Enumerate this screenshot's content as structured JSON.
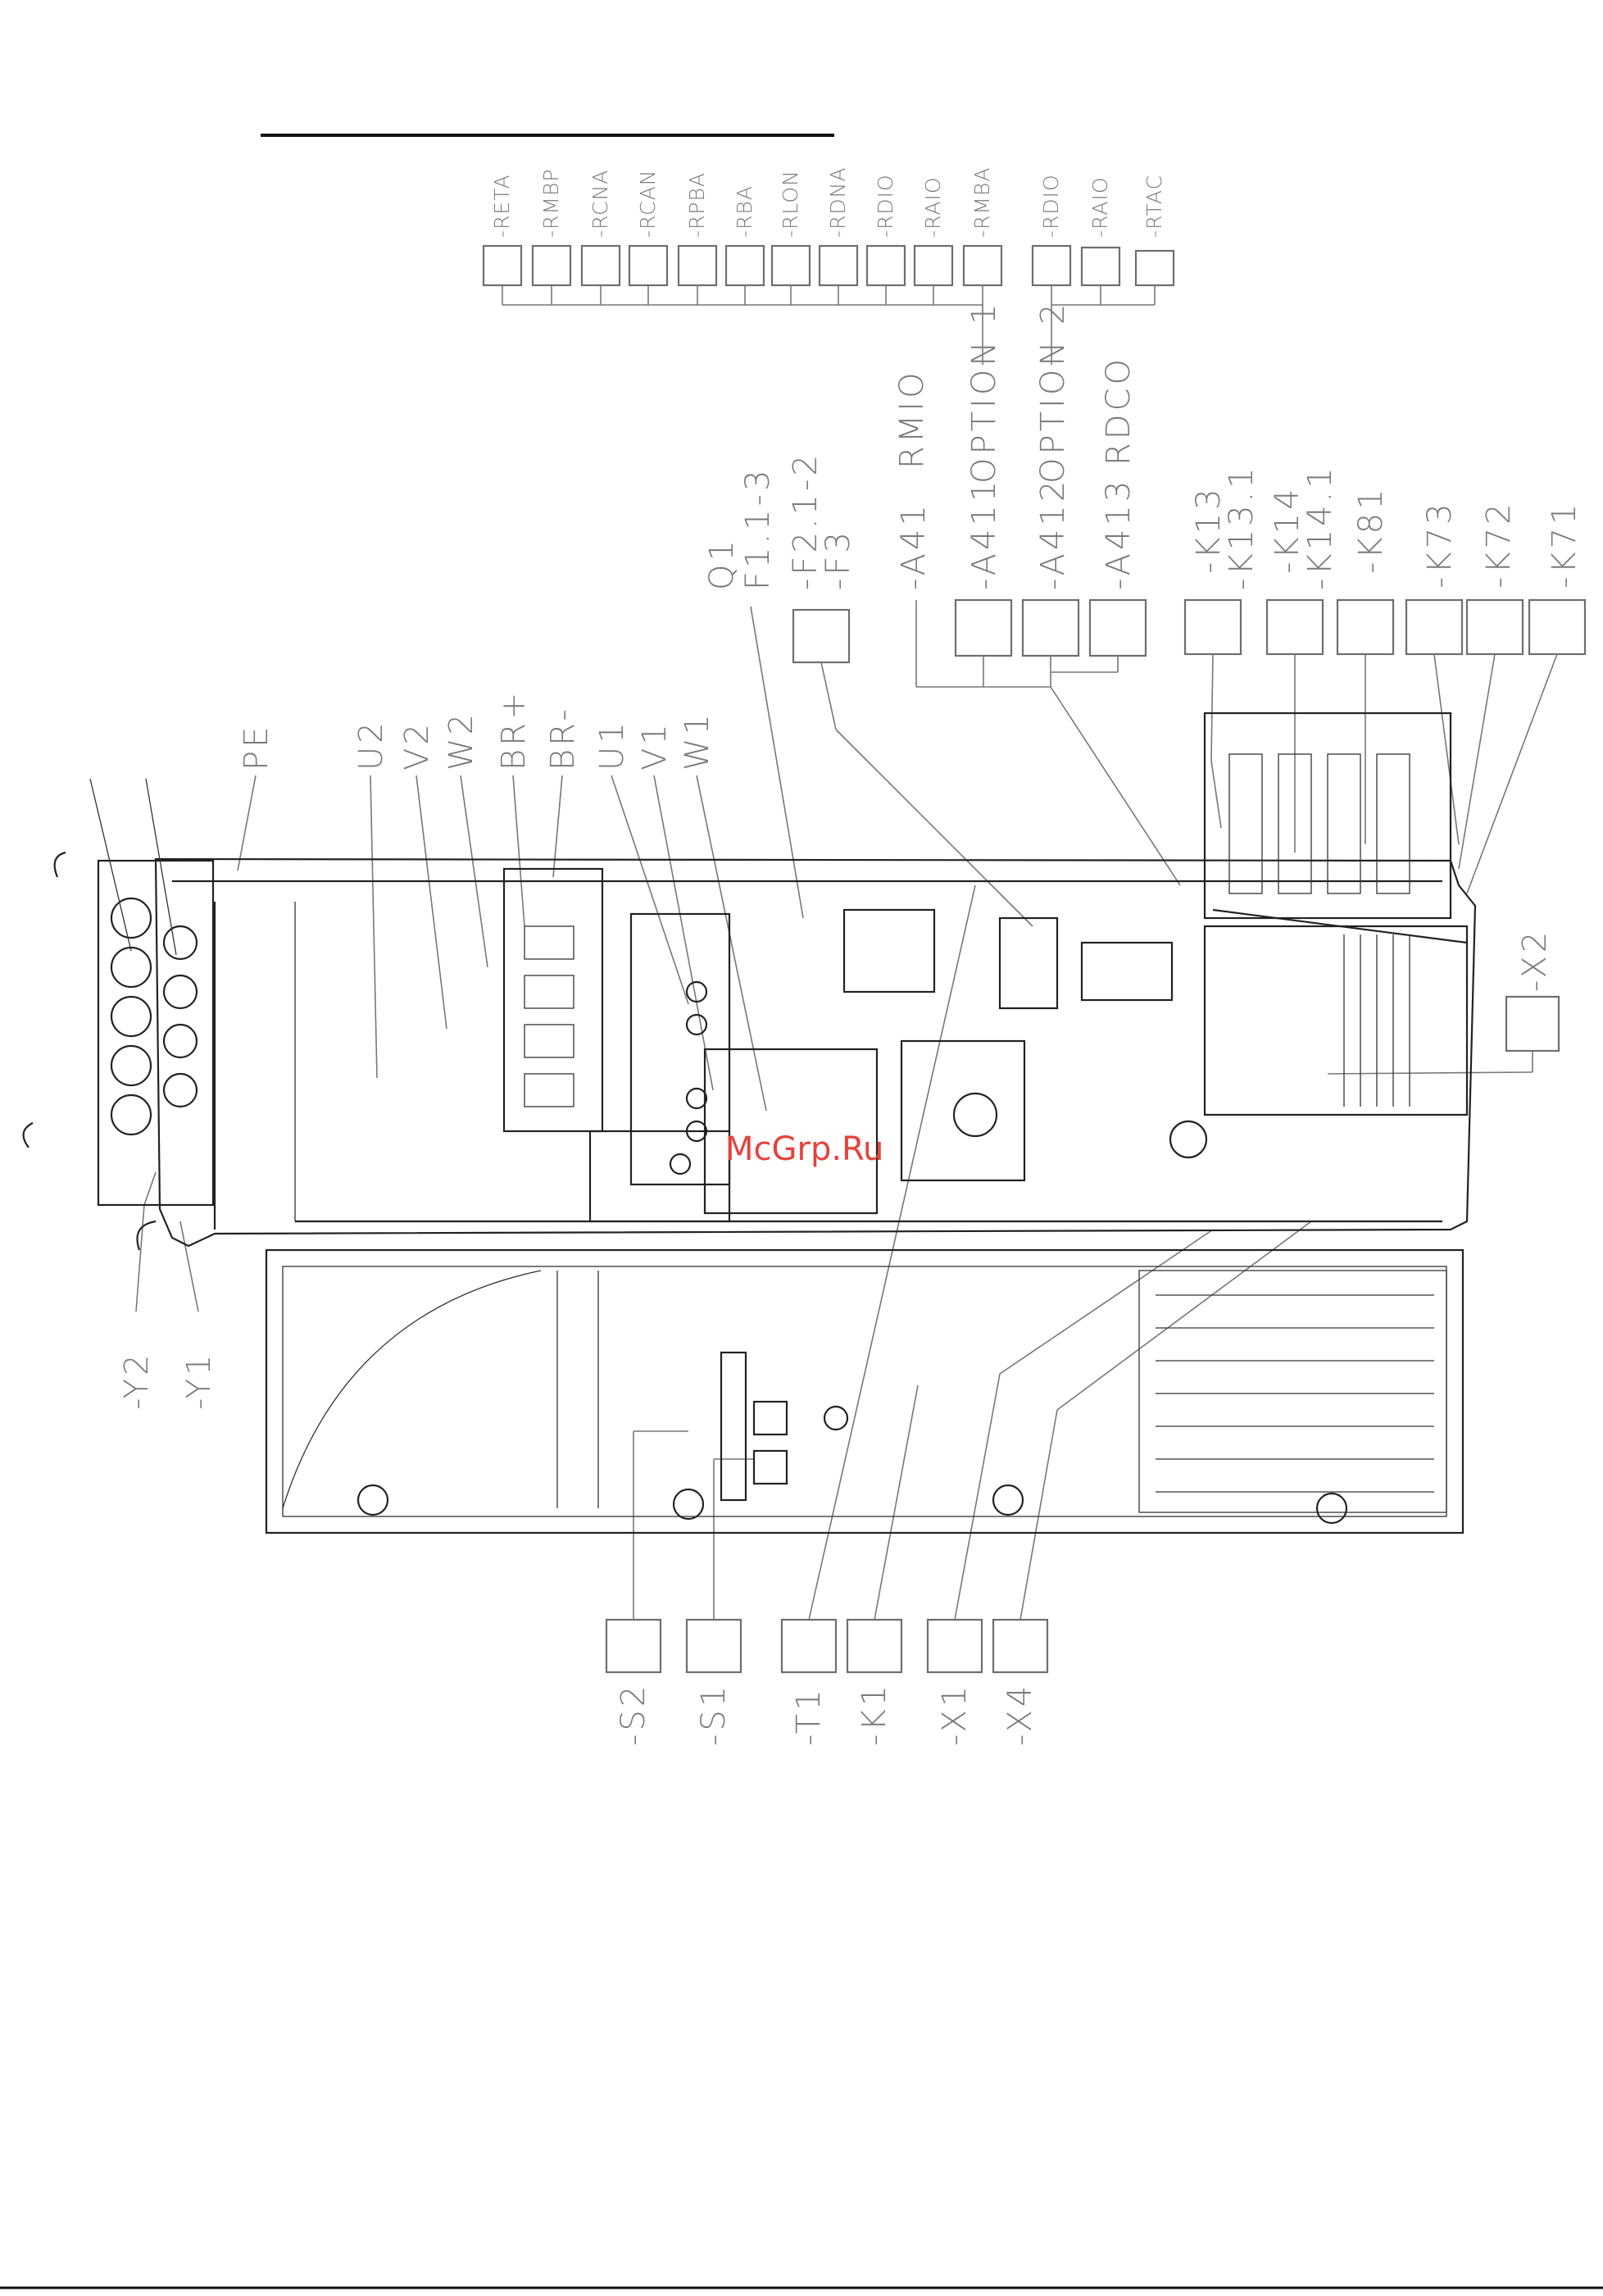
{
  "top_labels": [
    "-RETA",
    "-RMBP",
    "-RCNA",
    "-RCAN",
    "-RPBA",
    "-RBA",
    "-RLON",
    "-RDNA",
    "-RDIO",
    "-RAIO",
    "-RMBA",
    "-RDIO",
    "-RAIO",
    "-RTAC"
  ],
  "option_labels": [
    "RMIO",
    "OPTION 1",
    "OPTION 2",
    "RDCO"
  ],
  "module_labels": [
    "-A41",
    "-A411",
    "-A412",
    "-A413"
  ],
  "fuse_labels": [
    "Q1",
    "F1.1-3",
    "-F2.1-2",
    "-F3"
  ],
  "relay_labels": [
    "-K13",
    "-K13.1",
    "-K14",
    "-K14.1",
    "-K81",
    "-K73",
    "-K72",
    "-K71"
  ],
  "terminal_labels": [
    "PE",
    "U2",
    "V2",
    "W2",
    "BR+",
    "BR-",
    "U1",
    "V1",
    "W1"
  ],
  "left_labels": [
    "-Y2",
    "-Y1"
  ],
  "right_labels": [
    "-X2"
  ],
  "bottom_labels": [
    "-S2",
    "-S1",
    "-T1",
    "-K1",
    "-X1",
    "-X4"
  ],
  "watermark": "McGrp.Ru"
}
